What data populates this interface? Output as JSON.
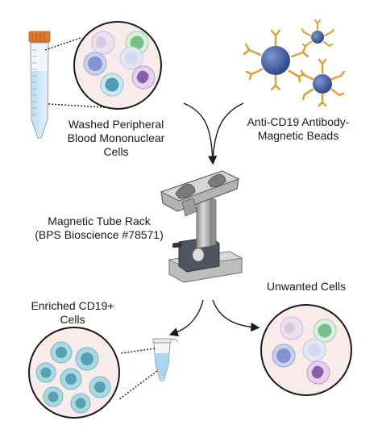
{
  "labels": {
    "pbmc": [
      "Washed Peripheral",
      "Blood Mononuclear",
      "Cells"
    ],
    "beads": [
      "Anti-CD19 Antibody-",
      "Magnetic Beads"
    ],
    "rack": [
      "Magnetic Tube Rack",
      "(BPS Bioscience #78571)"
    ],
    "enriched": [
      "Enriched CD19+",
      "Cells"
    ],
    "unwanted": [
      "Unwanted Cells"
    ]
  },
  "icons": {
    "large_tube": "conical-tube-icon",
    "small_tube": "microcentrifuge-tube-icon",
    "rack": "magnetic-rack-icon",
    "bead": "antibody-bead-icon",
    "cell": "cell-icon"
  },
  "colors": {
    "circle_fill": "#f9ebea",
    "circle_stroke": "#1a1a1a",
    "tube_cap": "#e07a2f",
    "bead_core": "#3d5a9a",
    "antibody": "#d9a13a",
    "enriched_cell": "#9fd3dc",
    "enriched_nucleus": "#5a9fb0",
    "metal": "#a8a8a8",
    "arrow": "#1a1a1a"
  }
}
